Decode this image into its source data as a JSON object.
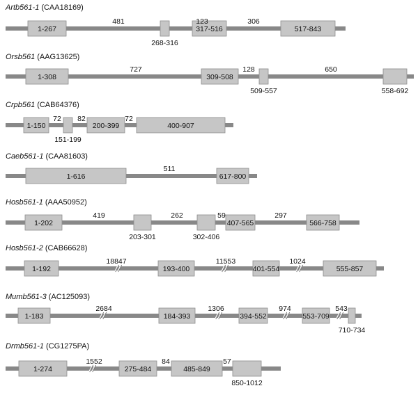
{
  "genes": [
    {
      "name": "Artb561-1",
      "accession": "(CAA18169)",
      "introns": [
        {
          "label": "481"
        },
        {
          "label": "123"
        },
        {
          "label": "306"
        }
      ],
      "exons": [
        {
          "label": "1-267"
        },
        {
          "label": "268-316"
        },
        {
          "label": "317-516"
        },
        {
          "label": "517-843"
        }
      ]
    },
    {
      "name": "Orsb561",
      "accession": "(AAG13625)",
      "introns": [
        {
          "label": "727"
        },
        {
          "label": "128"
        },
        {
          "label": "650"
        }
      ],
      "exons": [
        {
          "label": "1-308"
        },
        {
          "label": "309-508"
        },
        {
          "label": "509-557"
        },
        {
          "label": "558-692"
        }
      ]
    },
    {
      "name": "Crpb561",
      "accession": "(CAB64376)",
      "introns": [
        {
          "label": "72"
        },
        {
          "label": "82"
        },
        {
          "label": "72"
        }
      ],
      "exons": [
        {
          "label": "1-150"
        },
        {
          "label": "151-199"
        },
        {
          "label": "200-399"
        },
        {
          "label": "400-907"
        }
      ]
    },
    {
      "name": "Caeb561-1",
      "accession": "(CAA81603)",
      "introns": [
        {
          "label": "511"
        }
      ],
      "exons": [
        {
          "label": "1-616"
        },
        {
          "label": "617-800"
        }
      ]
    },
    {
      "name": "Hosb561-1",
      "accession": "(AAA50952)",
      "introns": [
        {
          "label": "419"
        },
        {
          "label": "262"
        },
        {
          "label": "59"
        },
        {
          "label": "297"
        }
      ],
      "exons": [
        {
          "label": "1-202"
        },
        {
          "label": "203-301"
        },
        {
          "label": "302-406"
        },
        {
          "label": "407-565"
        },
        {
          "label": "566-758"
        }
      ]
    },
    {
      "name": "Hosb561-2",
      "accession": "(CAB66628)",
      "introns": [
        {
          "label": "18847"
        },
        {
          "label": "11553"
        },
        {
          "label": "1024"
        }
      ],
      "exons": [
        {
          "label": "1-192"
        },
        {
          "label": "193-400"
        },
        {
          "label": "401-554"
        },
        {
          "label": "555-857"
        }
      ]
    },
    {
      "name": "Mumb561-3",
      "accession": "(AC125093)",
      "introns": [
        {
          "label": "2684"
        },
        {
          "label": "1306"
        },
        {
          "label": "974"
        },
        {
          "label": "543"
        }
      ],
      "exons": [
        {
          "label": "1-183"
        },
        {
          "label": "184-393"
        },
        {
          "label": "394-552"
        },
        {
          "label": "553-709"
        },
        {
          "label": "710-734"
        }
      ]
    },
    {
      "name": "Drmb561-1",
      "accession": "(CG1275PA)",
      "introns": [
        {
          "label": "1552"
        },
        {
          "label": "84"
        },
        {
          "label": "57"
        }
      ],
      "exons": [
        {
          "label": "1-274"
        },
        {
          "label": "275-484"
        },
        {
          "label": "485-849"
        },
        {
          "label": "850-1012"
        }
      ]
    }
  ]
}
